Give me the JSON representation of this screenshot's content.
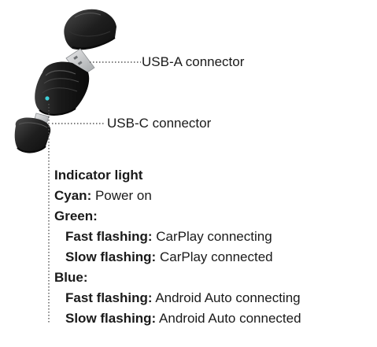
{
  "callouts": {
    "usb_a": "USB-A connector",
    "usb_c": "USB-C connector"
  },
  "legend": {
    "title": "Indicator light",
    "rows": [
      {
        "key": "Cyan:",
        "text": "Power on",
        "indent": false
      },
      {
        "key": "Green:",
        "text": "",
        "indent": false
      },
      {
        "key": "Fast flashing:",
        "text": "CarPlay connecting",
        "indent": true
      },
      {
        "key": "Slow flashing:",
        "text": "CarPlay connected",
        "indent": true
      },
      {
        "key": "Blue:",
        "text": "",
        "indent": false
      },
      {
        "key": "Fast flashing:",
        "text": "Android Auto connecting",
        "indent": true
      },
      {
        "key": "Slow flashing:",
        "text": "Android Auto connected",
        "indent": true
      }
    ]
  },
  "colors": {
    "body": "#1c1c1c",
    "metal": "#c9cbcd",
    "indicator": "#3fd0d8",
    "leader": "#555555"
  }
}
